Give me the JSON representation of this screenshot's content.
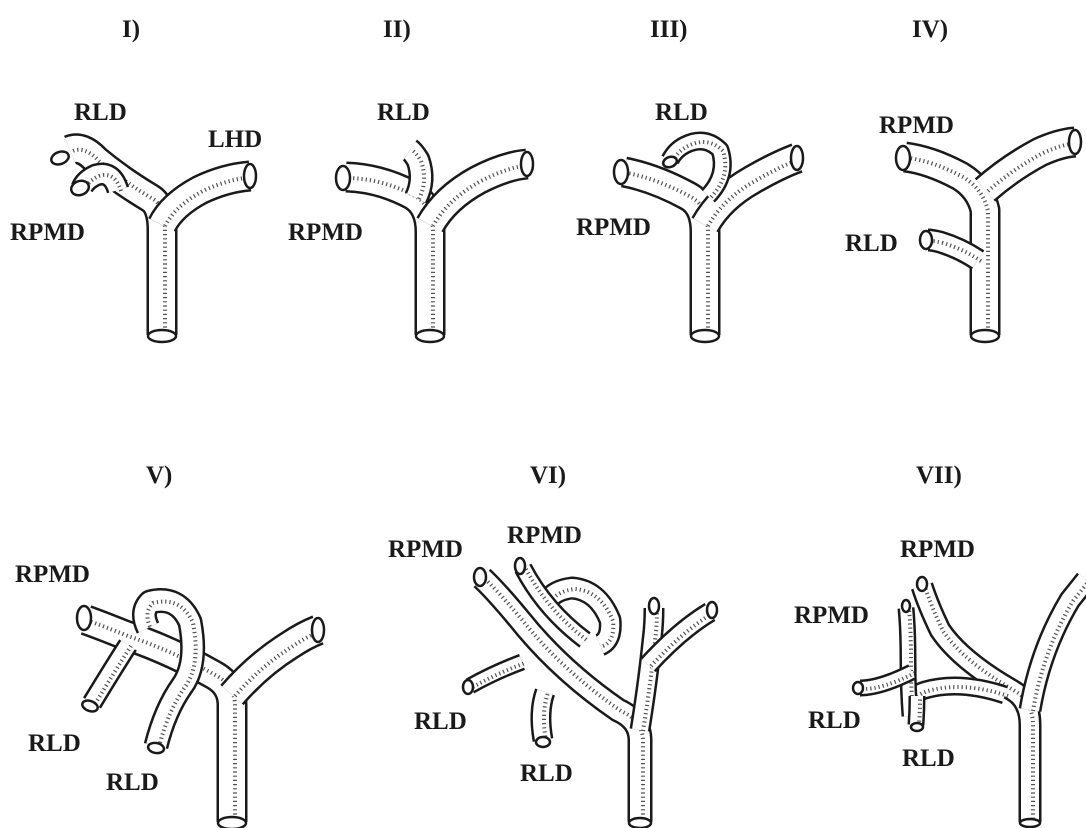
{
  "panels": [
    {
      "title": "I)",
      "labels": [
        "RLD",
        "LHD",
        "RPMD"
      ]
    },
    {
      "title": "II)",
      "labels": [
        "RLD",
        "RPMD"
      ]
    },
    {
      "title": "III)",
      "labels": [
        "RLD",
        "RPMD"
      ]
    },
    {
      "title": "IV)",
      "labels": [
        "RPMD",
        "RLD"
      ]
    },
    {
      "title": "V)",
      "labels": [
        "RPMD",
        "RLD",
        "RLD"
      ]
    },
    {
      "title": "VI)",
      "labels": [
        "RPMD",
        "RPMD",
        "RLD",
        "RLD"
      ]
    },
    {
      "title": "VII)",
      "labels": [
        "RPMD",
        "RPMD",
        "RLD",
        "RLD"
      ]
    }
  ],
  "colors": {
    "ink": "#1a1a1a",
    "fill": "#ffffff"
  }
}
